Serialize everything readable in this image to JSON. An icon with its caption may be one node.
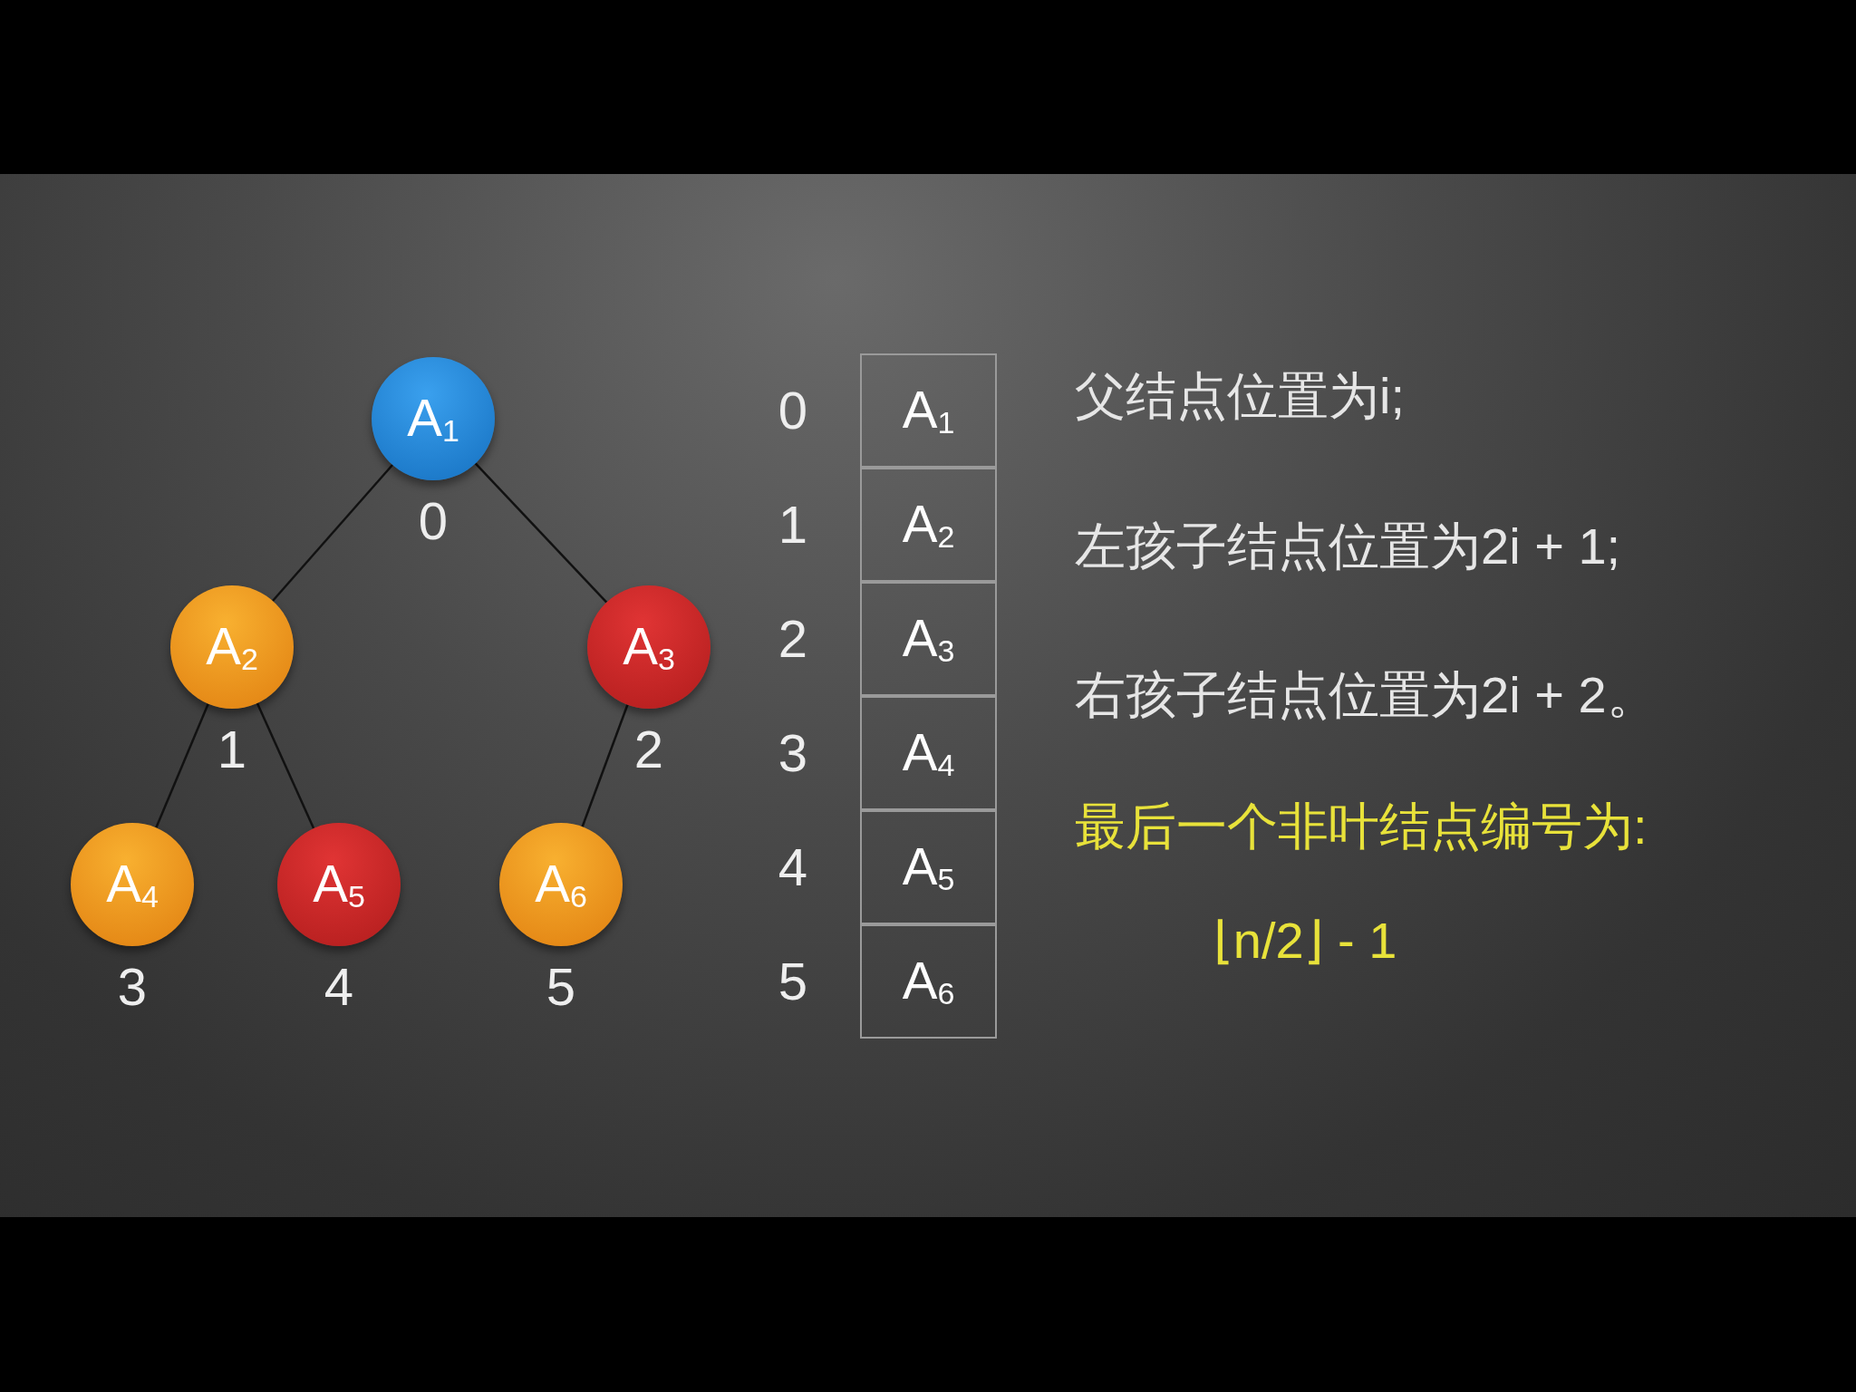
{
  "diagram": {
    "nodes": [
      {
        "text": [
          "A$_{1}$"
        ],
        "beside": [
          "0"
        ]
      },
      {
        "text": [
          "A$_{2}$"
        ],
        "beside": [
          "1"
        ]
      },
      {
        "text": [
          "A$_{3}$"
        ],
        "beside": [
          "2"
        ]
      },
      {
        "text": [
          "A$_{4}$"
        ],
        "beside": [
          "3"
        ]
      },
      {
        "text": [
          "A$_{5}$"
        ],
        "beside": [
          "4"
        ]
      },
      {
        "text": [
          "A$_{6}$"
        ],
        "beside": [
          "5"
        ]
      },
      {
        "text": [
          "A$_{1}$"
        ],
        "beside": [
          "0"
        ]
      },
      {
        "text": [
          "A$_{2}$"
        ],
        "beside": [
          "1"
        ]
      },
      {
        "text": [
          "A$_{3}$"
        ],
        "beside": [
          "2"
        ]
      },
      {
        "text": [
          "A$_{4}$"
        ],
        "beside": [
          "3"
        ]
      },
      {
        "text": [
          "A$_{5}$"
        ],
        "beside": [
          "4"
        ]
      },
      {
        "text": [
          "A$_{6}$"
        ],
        "beside": [
          "5"
        ]
      }
    ],
    "edges": [
      {
        "from": 0,
        "to": 1,
        "arrow": "none"
      },
      {
        "from": 0,
        "to": 2,
        "arrow": "none"
      },
      {
        "from": 1,
        "to": 3,
        "arrow": "none"
      },
      {
        "from": 1,
        "to": 4,
        "arrow": "none"
      },
      {
        "from": 2,
        "to": 5,
        "arrow": "none"
      }
    ],
    "labels": [
      "父结点位置为i;",
      "左孩子结点位置为2i + 1;",
      "右孩子结点位置为2i + 2。",
      "最后一个非叶结点编号为:",
      "⌊n/2⌋ - 1"
    ]
  }
}
